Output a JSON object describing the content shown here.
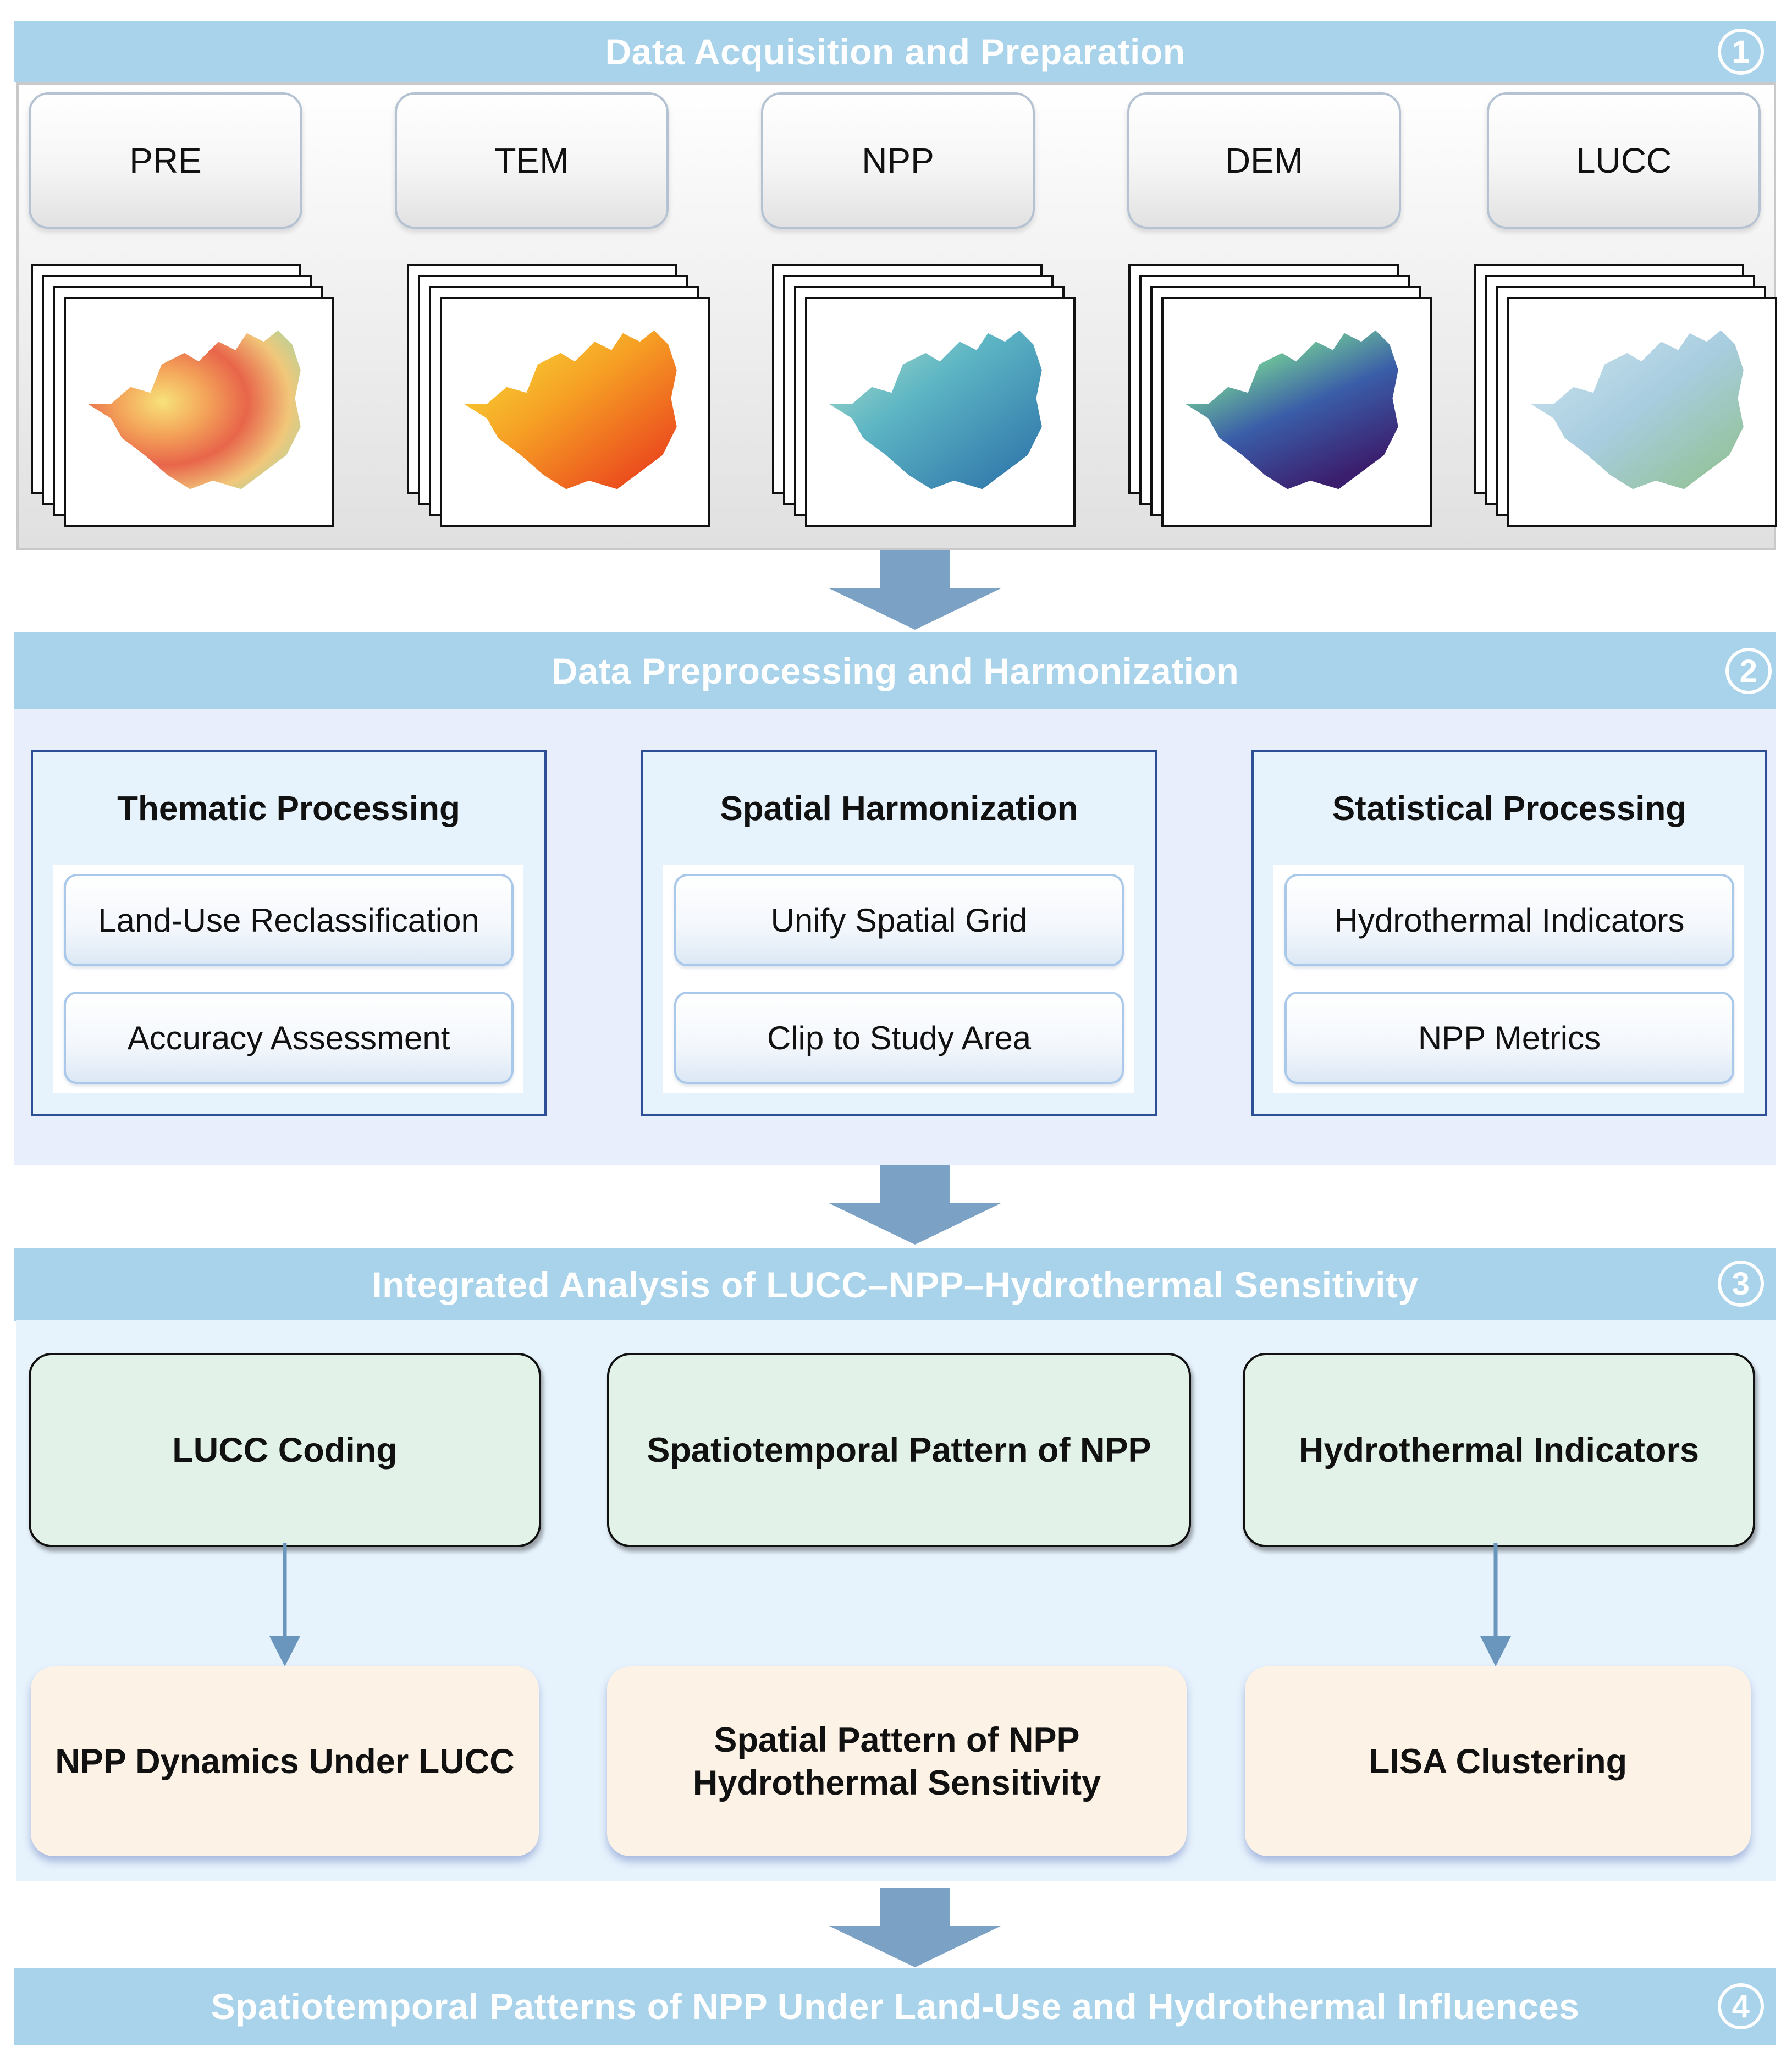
{
  "section1": {
    "title": "Data Acquisition and Preparation",
    "badge": "1",
    "datasets": [
      {
        "label": "PRE",
        "map_palette": "spectral-precipitation"
      },
      {
        "label": "TEM",
        "map_palette": "yellow-orange-red"
      },
      {
        "label": "NPP",
        "map_palette": "teal-blue"
      },
      {
        "label": "DEM",
        "map_palette": "spectral-elevation"
      },
      {
        "label": "LUCC",
        "map_palette": "landcover-green-grey"
      }
    ]
  },
  "section2": {
    "title": "Data Preprocessing and Harmonization",
    "badge": "2",
    "groups": [
      {
        "title": "Thematic Processing",
        "items": [
          "Land-Use Reclassification",
          "Accuracy Assessment"
        ]
      },
      {
        "title": "Spatial Harmonization",
        "items": [
          "Unify Spatial Grid",
          "Clip to Study Area"
        ]
      },
      {
        "title": "Statistical Processing",
        "items": [
          "Hydrothermal Indicators",
          "NPP Metrics"
        ]
      }
    ]
  },
  "section3": {
    "title": "Integrated Analysis of LUCC–NPP–Hydrothermal Sensitivity",
    "badge": "3",
    "top_boxes": [
      "LUCC Coding",
      "Spatiotemporal Pattern of NPP",
      "Hydrothermal Indicators"
    ],
    "bottom_boxes": [
      {
        "line1": "NPP Dynamics Under LUCC",
        "line2": ""
      },
      {
        "line1": "Spatial Pattern of NPP",
        "line2": "Hydrothermal Sensitivity"
      },
      {
        "line1": "LISA Clustering",
        "line2": ""
      }
    ]
  },
  "section4": {
    "title": "Spatiotemporal Patterns of NPP Under Land-Use and Hydrothermal Influences",
    "badge": "4"
  },
  "colors": {
    "header_bar": "#a9d3ea",
    "flow_arrow": "#7ba1c4",
    "green_box": "#e3f2e8",
    "cream_box": "#fdf2e6",
    "group_border": "#2d4f95"
  }
}
